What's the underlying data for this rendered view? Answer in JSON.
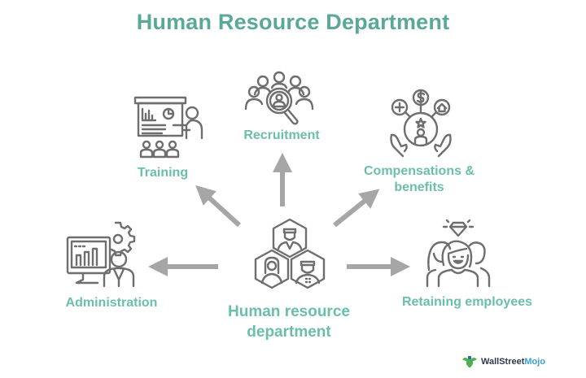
{
  "title": "Human Resource Department",
  "center": {
    "label_line1": "Human resource",
    "label_line2": "department",
    "icon": "hexagon-team-icon"
  },
  "nodes": [
    {
      "id": "recruitment",
      "label": "Recruitment",
      "icon": "magnifier-people-icon",
      "direction": "up"
    },
    {
      "id": "training",
      "label": "Training",
      "icon": "presentation-board-icon",
      "direction": "up-left"
    },
    {
      "id": "compensations",
      "label_line1": "Compensations &",
      "label_line2": "benefits",
      "icon": "hands-benefits-icon",
      "direction": "up-right"
    },
    {
      "id": "administration",
      "label": "Administration",
      "icon": "computer-admin-gear-icon",
      "direction": "left"
    },
    {
      "id": "retaining",
      "label": "Retaining employees",
      "icon": "happy-employees-diamond-icon",
      "direction": "right"
    }
  ],
  "colors": {
    "title": "#5aa898",
    "label": "#6bbfa9",
    "icon_stroke": "#6e6e6e",
    "arrow": "#a6a6a6"
  },
  "watermark": {
    "brand_part1": "WallStreet",
    "brand_part2": "Mojo"
  }
}
